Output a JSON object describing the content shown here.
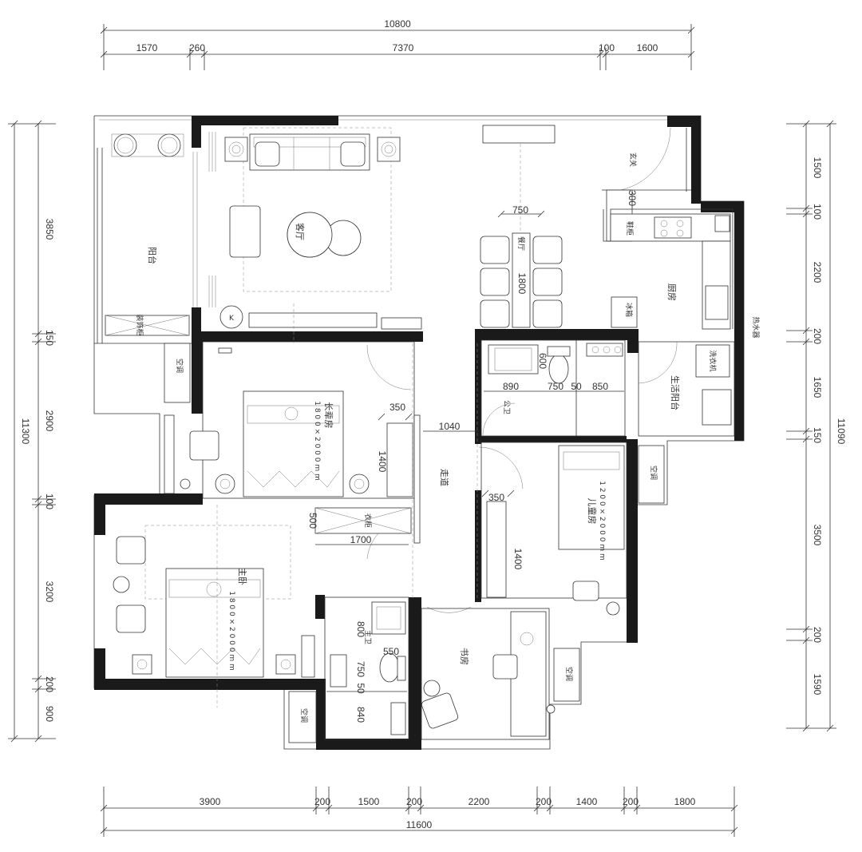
{
  "dims": {
    "top_total": "10800",
    "top": [
      "1570",
      "260",
      "7370",
      "100",
      "1600"
    ],
    "bottom_total": "11600",
    "bottom": [
      "3900",
      "200",
      "1500",
      "200",
      "2200",
      "200",
      "1400",
      "200",
      "1800"
    ],
    "left_total": "11300",
    "left": [
      "3850",
      "150",
      "2900",
      "100",
      "3200",
      "200",
      "900"
    ],
    "right_total": "11090",
    "right": [
      "1500",
      "100",
      "2200",
      "200",
      "1650",
      "150",
      "3500",
      "200",
      "1590"
    ],
    "interior": {
      "d750": "750",
      "d1800": "1800",
      "d890": "890",
      "d750b": "750",
      "d50": "50",
      "d850": "850",
      "d600": "600",
      "d300": "300",
      "d350a": "350",
      "d1400a": "1400",
      "d1040": "1040",
      "d350b": "350",
      "d1400b": "1400",
      "d500": "500",
      "d1700": "1700",
      "d800": "800",
      "d550": "550",
      "d750c": "750",
      "d50b": "50",
      "d840": "840"
    }
  },
  "rooms": {
    "balcony": "阳台",
    "living": "客厅",
    "dining": "餐厅",
    "entrance": "玄关",
    "kitchen": "厨房",
    "elder_room": "长辈房",
    "elder_bed": "1 8 0 0 × 2 0 0 0 m m",
    "public_bath": "公卫",
    "utility_balcony": "生活阳台",
    "corridor": "走道",
    "child_room": "儿童房",
    "child_bed": "1 2 0 0 × 2 0 0 0 m m",
    "wardrobe": "衣柜",
    "master": "主卧",
    "master_bed": "1 8 0 0 × 2 0 0 0 m m",
    "master_bath": "主卫",
    "study": "书房",
    "water_heater": "热水器",
    "washer": "洗衣机",
    "fridge": "冰箱",
    "decor_cab": "装饰柜",
    "ac": "空调",
    "shoe": "鞋柜",
    "k_mark": "K"
  }
}
